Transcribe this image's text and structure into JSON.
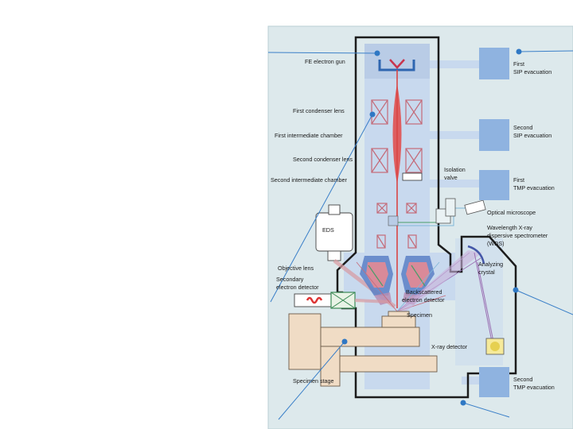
{
  "labels": {
    "fe_gun": "FE electron gun",
    "first_condenser": "First condenser lens",
    "first_intermediate": "First intermediate chamber",
    "second_condenser": "Second condenser lens",
    "second_intermediate": "Second intermediate chamber",
    "isolation_valve_1": "Isolation",
    "isolation_valve_2": "valve",
    "eds": "EDS",
    "optical_microscope": "Optical microscope",
    "wds_1": "Wavelength X-ray",
    "wds_2": "dispersive spectrometer",
    "wds_3": "(WDS)",
    "analyzing_1": "Analyzing",
    "analyzing_2": "crystal",
    "objective_lens": "Objective lens",
    "secondary_1": "Secondary",
    "secondary_2": "electron detector",
    "backscattered_1": "Backscattered",
    "backscattered_2": "electron detector",
    "specimen": "Specimen",
    "xray_detector": "X-ray detector",
    "specimen_stage": "Specimen stage"
  },
  "pumps": [
    {
      "line1": "First",
      "line2": "SIP evacuation"
    },
    {
      "line1": "Second",
      "line2": "SIP evacuation"
    },
    {
      "line1": "First",
      "line2": "TMP evacuation"
    },
    {
      "line1": "Second",
      "line2": "TMP evacuation"
    }
  ],
  "colors": {
    "panel_bg": "#dde9ec",
    "column_fill": "#c8d9ee",
    "pump_block": "#8fb3e0",
    "beam": "#e05050",
    "lens_box": "#d98a99",
    "stage": "#f0dcc5",
    "callout_line": "#3a7fc8",
    "callout_dot": "#2f78c4"
  }
}
